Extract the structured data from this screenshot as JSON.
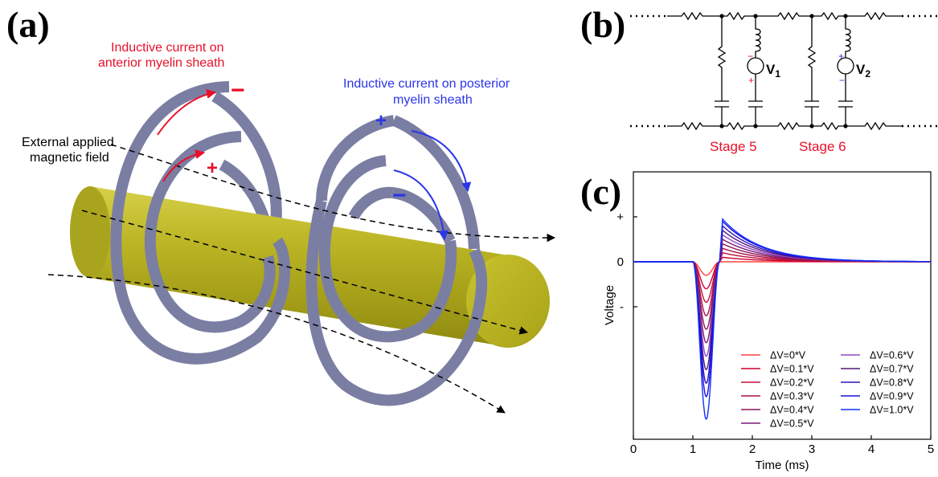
{
  "panel_a": {
    "label": "(a)",
    "anterior_line1": "Inductive current on",
    "anterior_line2": "anterior myelin sheath",
    "posterior_line1": "Inductive current on posterior",
    "posterior_line2": "myelin sheath",
    "field_line1": "External applied",
    "field_line2": "magnetic field",
    "sign_minus": "−",
    "sign_plus": "+",
    "colors": {
      "anterior": "#e8102a",
      "posterior": "#2a36e8",
      "sheath": "#7b7ea3",
      "axon": "#b9b31c"
    }
  },
  "panel_b": {
    "label": "(b)",
    "v1": "V",
    "v1_sub": "1",
    "v2": "V",
    "v2_sub": "2",
    "stage5": "Stage 5",
    "stage6": "Stage 6",
    "plus": "+",
    "minus": "−"
  },
  "panel_c": {
    "label": "(c)"
  },
  "chart_data": {
    "type": "line",
    "title": "",
    "xlabel": "Time (ms)",
    "ylabel": "Voltage",
    "xlim": [
      0,
      5
    ],
    "xticks": [
      "0",
      "1",
      "2",
      "3",
      "4",
      "5"
    ],
    "yticks": [
      "+",
      "0",
      "-"
    ],
    "yunits": "relative (+1 at '+' tick, -1 at '-' tick)",
    "legend_location": "lower-right",
    "grid": false,
    "series": [
      {
        "name": "ΔV=0*V",
        "dV": 0.0,
        "color": "#ff4040"
      },
      {
        "name": "ΔV=0.1*V",
        "dV": 0.1,
        "color": "#cc0030"
      },
      {
        "name": "ΔV=0.2*V",
        "dV": 0.2,
        "color": "#c0103c"
      },
      {
        "name": "ΔV=0.3*V",
        "dV": 0.3,
        "color": "#a81048"
      },
      {
        "name": "ΔV=0.4*V",
        "dV": 0.4,
        "color": "#901458"
      },
      {
        "name": "ΔV=0.5*V",
        "dV": 0.5,
        "color": "#7a1a78"
      },
      {
        "name": "ΔV=0.6*V",
        "dV": 0.6,
        "color": "#9048c8"
      },
      {
        "name": "ΔV=0.7*V",
        "dV": 0.7,
        "color": "#501878"
      },
      {
        "name": "ΔV=0.8*V",
        "dV": 0.8,
        "color": "#3010c0"
      },
      {
        "name": "ΔV=0.9*V",
        "dV": 0.9,
        "color": "#1a10d8"
      },
      {
        "name": "ΔV=1.0*V",
        "dV": 1.0,
        "color": "#1030ff"
      }
    ],
    "trough_time_ms": 1.25,
    "trough_depth_relative": [
      -0.3,
      -0.6,
      -0.9,
      -1.2,
      -1.5,
      -1.8,
      -2.1,
      -2.4,
      -2.7,
      -3.0,
      -3.5
    ],
    "peak_time_ms": 1.5,
    "peak_height_relative": [
      0.0,
      0.1,
      0.2,
      0.3,
      0.4,
      0.5,
      0.6,
      0.7,
      0.8,
      0.9,
      0.95
    ]
  }
}
